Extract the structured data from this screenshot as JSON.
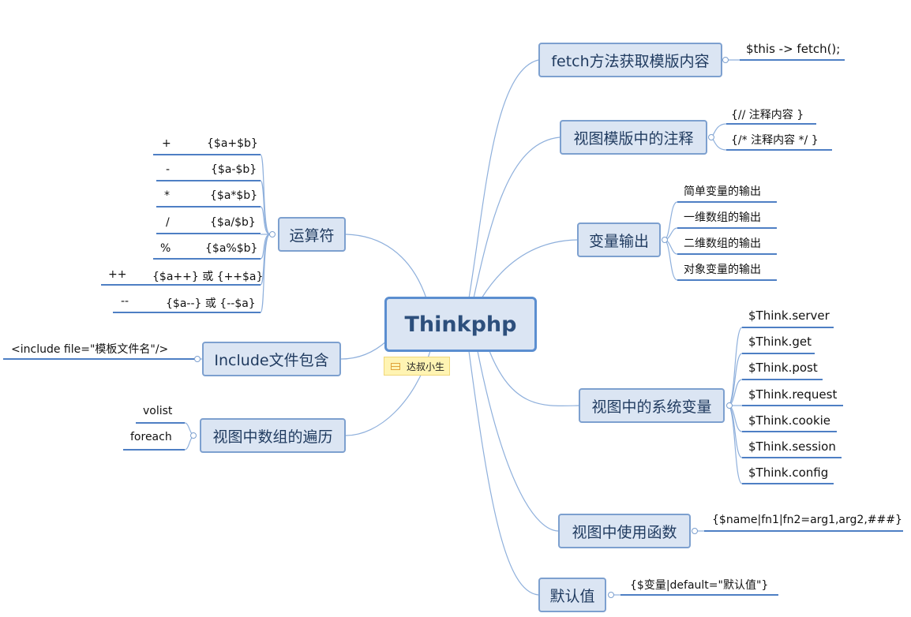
{
  "root": "Thinkphp",
  "sticker": "达叔小生",
  "branches": {
    "fetch": {
      "label": "fetch方法获取模版内容",
      "items": [
        "$this -> fetch();"
      ]
    },
    "comment": {
      "label": "视图模版中的注释",
      "items": [
        "{// 注释内容 }",
        "{/* 注释内容 */ }"
      ]
    },
    "var_output": {
      "label": "变量输出",
      "items": [
        "简单变量的输出",
        "一维数组的输出",
        "二维数组的输出",
        "对象变量的输出"
      ]
    },
    "sysvar": {
      "label": "视图中的系统变量",
      "items": [
        "$Think.server",
        "$Think.get",
        "$Think.post",
        "$Think.request",
        "$Think.cookie",
        "$Think.session",
        "$Think.config"
      ]
    },
    "func": {
      "label": "视图中使用函数",
      "items": [
        "{$name|fn1|fn2=arg1,arg2,###}"
      ]
    },
    "default": {
      "label": "默认值",
      "items": [
        "{$变量|default=\"默认值\"}"
      ]
    },
    "operator": {
      "label": "运算符",
      "items": [
        {
          "op": "+",
          "expr": "{$a+$b}"
        },
        {
          "op": "-",
          "expr": "{$a-$b}"
        },
        {
          "op": "*",
          "expr": "{$a*$b}"
        },
        {
          "op": "/",
          "expr": "{$a/$b}"
        },
        {
          "op": "%",
          "expr": "{$a%$b}"
        },
        {
          "op": "++",
          "expr": "{$a++} 或 {++$a}"
        },
        {
          "op": "--",
          "expr": "{$a--}  或 {--$a}"
        }
      ]
    },
    "include": {
      "label": "Include文件包含",
      "items": [
        "<include file=\"模板文件名\"/>"
      ]
    },
    "array_loop": {
      "label": "视图中数组的遍历",
      "items": [
        "volist",
        "foreach"
      ]
    }
  },
  "colors": {
    "node_fill": "#dbe5f3",
    "node_border": "#7da0cf",
    "root_border": "#5b8ed0",
    "connector": "#8fb0dc",
    "underline": "#4e7fc4",
    "sticker": "#fff4b3"
  }
}
